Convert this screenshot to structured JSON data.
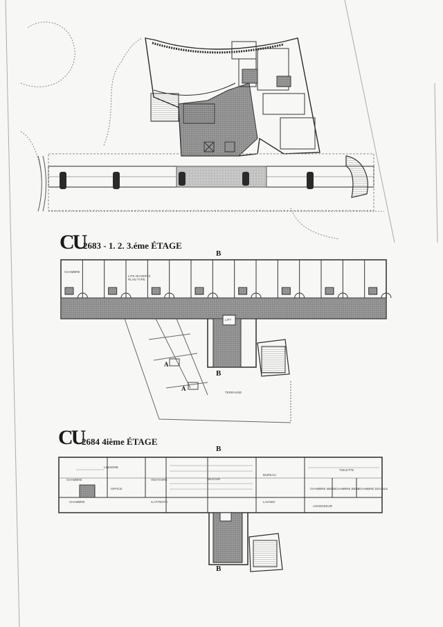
{
  "titles": {
    "plan1_code": "CU",
    "plan1_num": "2683 - 1. 2. 3.éme ÉTAGE",
    "plan2_code": "CU",
    "plan2_num": "2684   4ième ÉTAGE"
  },
  "section_marks": {
    "b": "B"
  },
  "room_labels": {
    "chambre": "CHAMBRE",
    "lits_ouverts": "LITS OUVERTS\nPLAN TYPE",
    "lift": "LIFT",
    "terrasse": "TERRASSE",
    "lingerie": "LINGERIE",
    "office": "OFFICE",
    "vestiaire": "VESTIAIRE",
    "sejour": "SEJOUR",
    "chambre_mere": "CHAMBRE MERE",
    "chambre_bebe": "CHAMBRE BEBE",
    "salle_attente": "S.ATTENTE",
    "bureau": "BUREAU",
    "ascenseur": "ASCENSEUR",
    "toilette": "TOILETTE",
    "lavabo": "LAVABO",
    "chambre_double": "CHAMBRE DOUBLE"
  },
  "markers": {
    "a": "A"
  },
  "colors": {
    "ink": "#2a2a2a",
    "hatch": "#8a8a8a",
    "paper": "#f7f7f5"
  }
}
